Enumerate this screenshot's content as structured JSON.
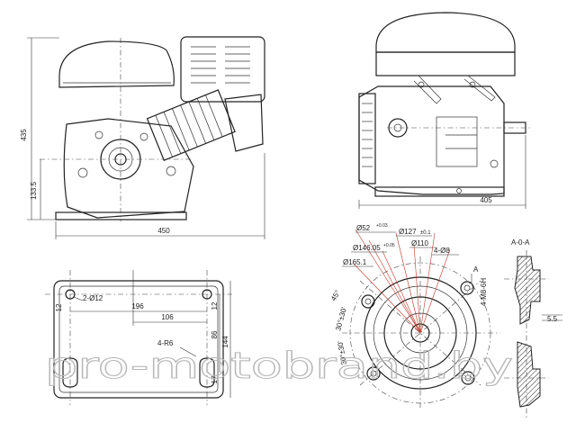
{
  "front_view": {
    "width_dim": "450",
    "height_dim": "435",
    "shaft_height_dim": "133.5"
  },
  "side_view": {
    "width_dim": "405"
  },
  "base_view": {
    "hole_label": "2-Ø12",
    "spacing_196": "196",
    "spacing_106": "106",
    "radius_label": "4-R6",
    "dim_12_top": "12",
    "dim_12_left": "12",
    "dim_86": "86",
    "dim_144": "144",
    "dim_17": "17"
  },
  "flange_view": {
    "d52": "Ø52",
    "d52_tol": "+0.03",
    "d52_tol2": "0",
    "d127": "Ø127",
    "d127_tol": "±0.1",
    "d146": "Ø146.05",
    "d146_tol": "+0.05",
    "d146_tol2": "0.05",
    "d110": "Ø110",
    "holes_8": "4-Ø8",
    "d165": "Ø165.1",
    "angle_45": "45°",
    "angle_30_1": "30°±30'",
    "angle_30_2": "30°±30'",
    "thread": "4-M8-6H",
    "label_a": "A"
  },
  "section_view": {
    "title": "A-0-A",
    "dim_55": "5.5"
  },
  "watermark": "pro-motobrand.by"
}
